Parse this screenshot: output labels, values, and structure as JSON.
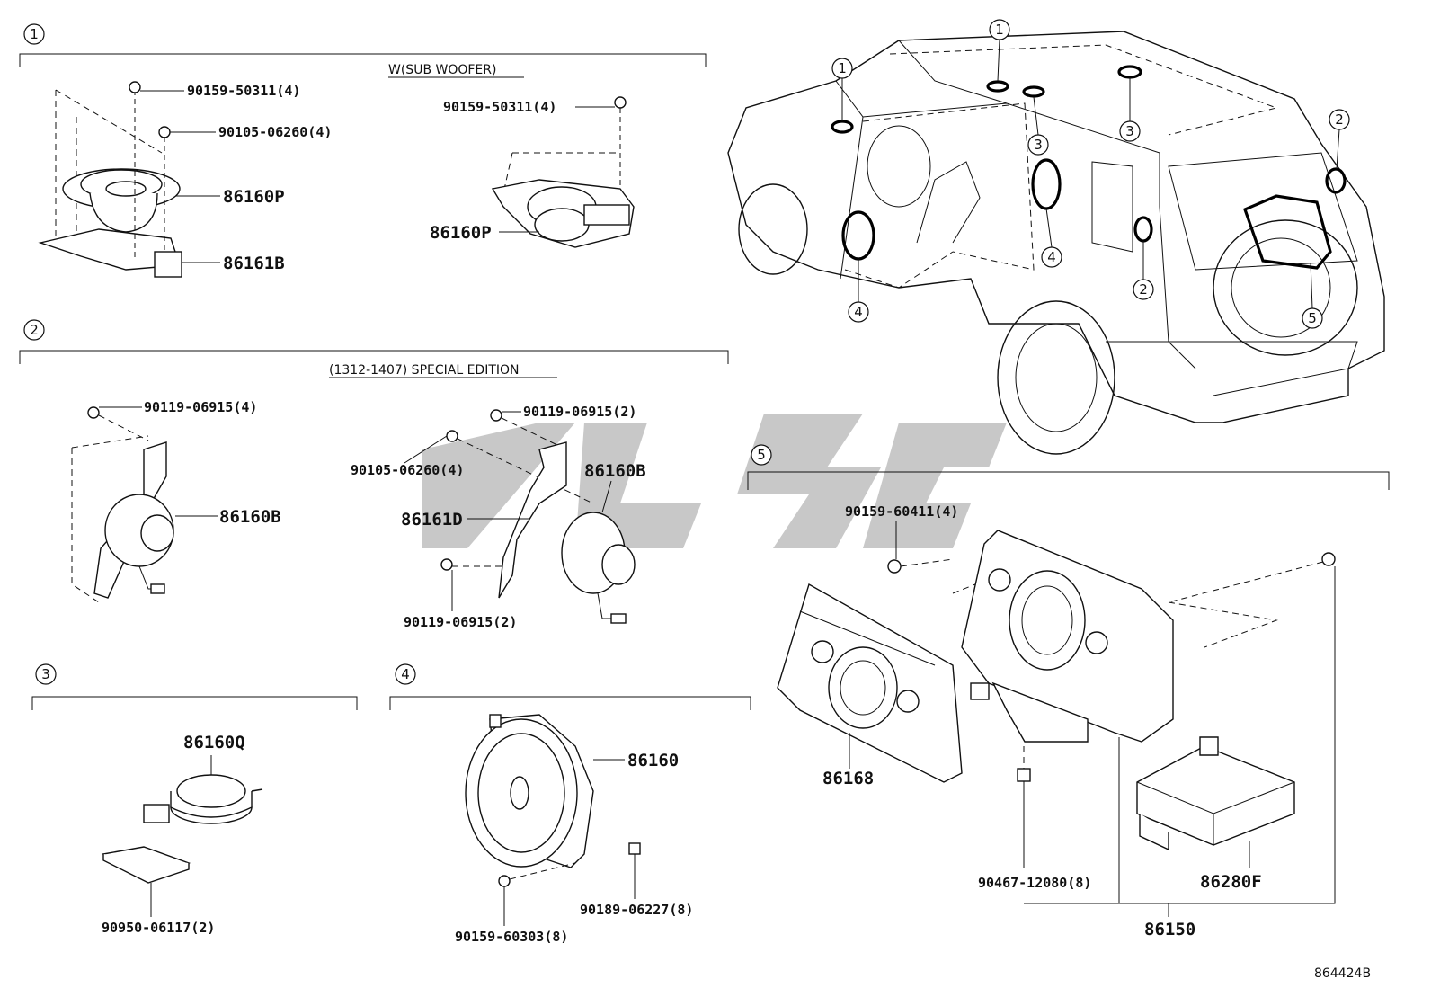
{
  "sections": {
    "s1": {
      "num": "1",
      "title": "W(SUB WOOFER)"
    },
    "s2": {
      "num": "2",
      "title": "(1312-1407) SPECIAL EDITION"
    },
    "s3": {
      "num": "3"
    },
    "s4": {
      "num": "4"
    },
    "s5": {
      "num": "5"
    }
  },
  "parts": {
    "p1": "90159-50311(4)",
    "p2": "90105-06260(4)",
    "p3": "86160P",
    "p4": "86161B",
    "p5": "90159-50311(4)",
    "p6": "86160P",
    "p7": "90119-06915(4)",
    "p8": "86160B",
    "p9": "90119-06915(2)",
    "p10": "90105-06260(4)",
    "p11": "86160B",
    "p12": "86161D",
    "p13": "90119-06915(2)",
    "p14": "86160Q",
    "p15": "90950-06117(2)",
    "p16": "86160",
    "p17": "90189-06227(8)",
    "p18": "90159-60303(8)",
    "p19": "90159-60411(4)",
    "p20": "86168",
    "p21": "90467-12080(8)",
    "p22": "86280F",
    "p23": "86150"
  },
  "vehicle_callouts": [
    "1",
    "1",
    "3",
    "3",
    "2",
    "2",
    "4",
    "4",
    "5"
  ],
  "drawing_code": "864424B"
}
